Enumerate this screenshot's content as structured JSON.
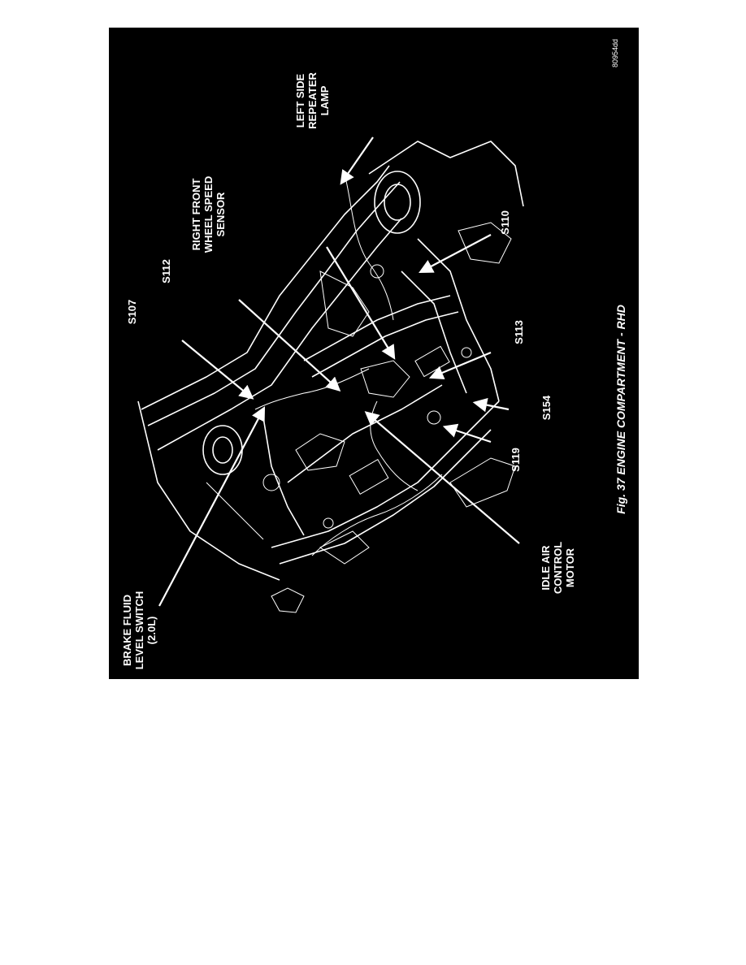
{
  "figure": {
    "caption": "Fig. 37 ENGINE COMPARTMENT - RHD",
    "code": "80954dd",
    "colors": {
      "background": "#000000",
      "linework": "#ffffff",
      "page": "#ffffff"
    }
  },
  "callouts": {
    "left_side_repeater_lamp": [
      "LEFT SIDE",
      "REPEATER",
      "LAMP"
    ],
    "right_front_wheel_speed_sensor": [
      "RIGHT FRONT",
      "WHEEL SPEED",
      "SENSOR"
    ],
    "s112": "S112",
    "s107": "S107",
    "s110": "S110",
    "s113": "S113",
    "s154": "S154",
    "s119": "S119",
    "idle_air_control_motor": [
      "IDLE AIR",
      "CONTROL",
      "MOTOR"
    ],
    "brake_fluid_level_switch": [
      "BRAKE FLUID",
      "LEVEL SWITCH",
      "(2.0L)"
    ]
  }
}
